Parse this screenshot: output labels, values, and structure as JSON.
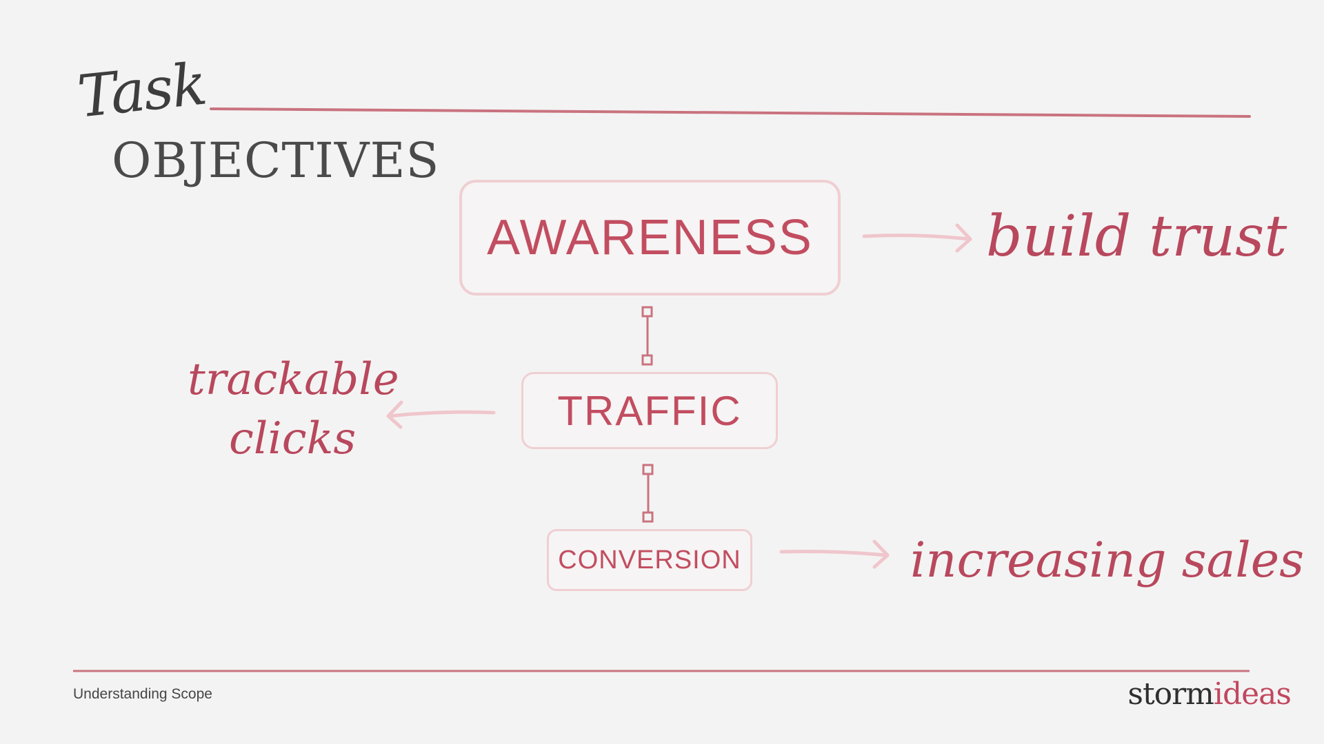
{
  "title": {
    "script": "Task",
    "main": "OBJECTIVES"
  },
  "stages": [
    {
      "label": "AWARENESS"
    },
    {
      "label": "TRAFFIC"
    },
    {
      "label": "CONVERSION"
    }
  ],
  "notes": {
    "awareness": "build trust",
    "traffic_line1": "trackable",
    "traffic_line2": "clicks",
    "conversion": "increasing sales"
  },
  "footer": {
    "section": "Understanding Scope",
    "logo_part1": "storm",
    "logo_part2": "ideas"
  },
  "colors": {
    "accent": "#c24d60",
    "box_border": "#efcfd3",
    "rule": "#c9737f",
    "arrow": "#efc6cc"
  }
}
